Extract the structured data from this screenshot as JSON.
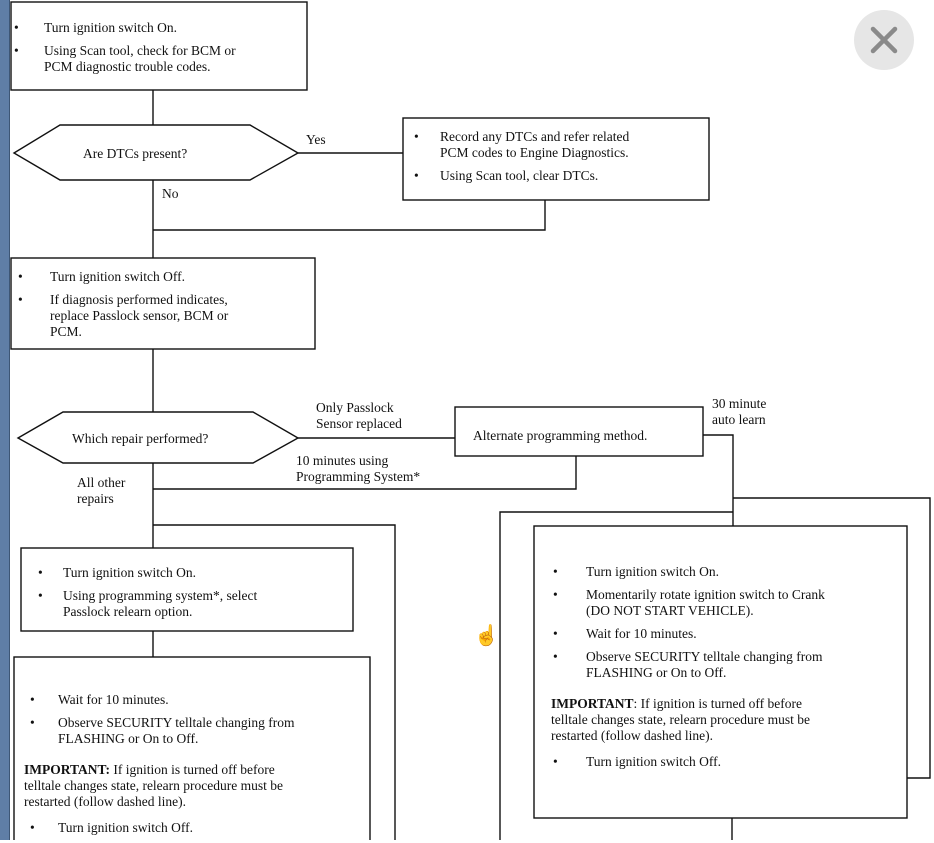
{
  "viewer": {
    "close_icon": "close-icon",
    "cursor_icon": "hand-pointer-icon",
    "accent": "#5f7ea6"
  },
  "flowchart": {
    "step1": [
      "Turn ignition switch On.",
      "Using Scan tool, check for BCM or",
      "PCM diagnostic trouble codes."
    ],
    "decision1": {
      "question": "Are DTCs present?",
      "yes": "Yes",
      "no": "No"
    },
    "yes_box": [
      "Record any DTCs and refer related",
      "PCM codes to Engine Diagnostics.",
      "Using Scan tool, clear DTCs."
    ],
    "step2": [
      "Turn ignition switch Off.",
      "If diagnosis performed indicates,",
      "replace Passlock sensor, BCM or",
      "PCM."
    ],
    "decision2": {
      "question": "Which repair performed?",
      "branch_sensor": [
        "Only Passlock",
        "Sensor replaced"
      ],
      "branch_programming": [
        "10 minutes using",
        "Programming System*"
      ],
      "branch_other": [
        "All other",
        "repairs"
      ]
    },
    "alternate": {
      "label": "Alternate programming method.",
      "branch_auto": [
        "30 minute",
        "auto learn"
      ]
    },
    "left_box1": [
      "Turn ignition switch On.",
      "Using programming system*, select",
      "Passlock relearn option."
    ],
    "left_box2": {
      "items": [
        "Wait for 10 minutes.",
        "Observe SECURITY telltale changing from",
        "FLASHING or On to Off."
      ],
      "important_label": "IMPORTANT:",
      "important_text": [
        "If ignition is turned off before",
        "telltale changes state, relearn procedure must be",
        "restarted (follow dashed line)."
      ],
      "last_item": "Turn ignition switch Off."
    },
    "right_box": {
      "items": [
        "Turn ignition switch On.",
        "Momentarily rotate ignition switch to Crank",
        "(DO NOT START VEHICLE).",
        "Wait for 10 minutes.",
        "Observe SECURITY telltale changing from",
        "FLASHING or On to Off."
      ],
      "important_label": "IMPORTANT",
      "important_text": [
        ": If ignition is turned off before",
        "telltale changes state, relearn procedure must be",
        "restarted (follow dashed line)."
      ],
      "last_item": "Turn ignition switch Off."
    }
  }
}
